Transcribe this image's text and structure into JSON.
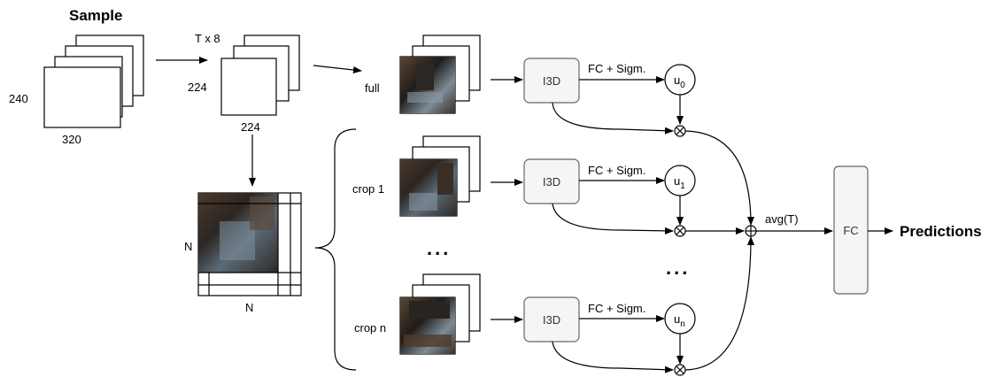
{
  "labels": {
    "sample": "Sample",
    "height_240": "240",
    "width_320": "320",
    "t_x_8": "T x 8",
    "height_224": "224",
    "width_224": "224",
    "full": "full",
    "crop_1": "crop 1",
    "crop_n": "crop n",
    "grid_n_left": "N",
    "grid_n_bottom": "N",
    "dots_left": "...",
    "dots_right": "...",
    "i3d": "I3D",
    "fc_sigm": "FC + Sigm.",
    "u": "u",
    "sub_0": "0",
    "sub_1": "1",
    "sub_n": "n",
    "avg_t": "avg(T)",
    "fc": "FC",
    "predictions": "Predictions"
  },
  "colors": {
    "box_fill": "#f5f5f5",
    "box_stroke": "#666666",
    "line": "#000000"
  }
}
